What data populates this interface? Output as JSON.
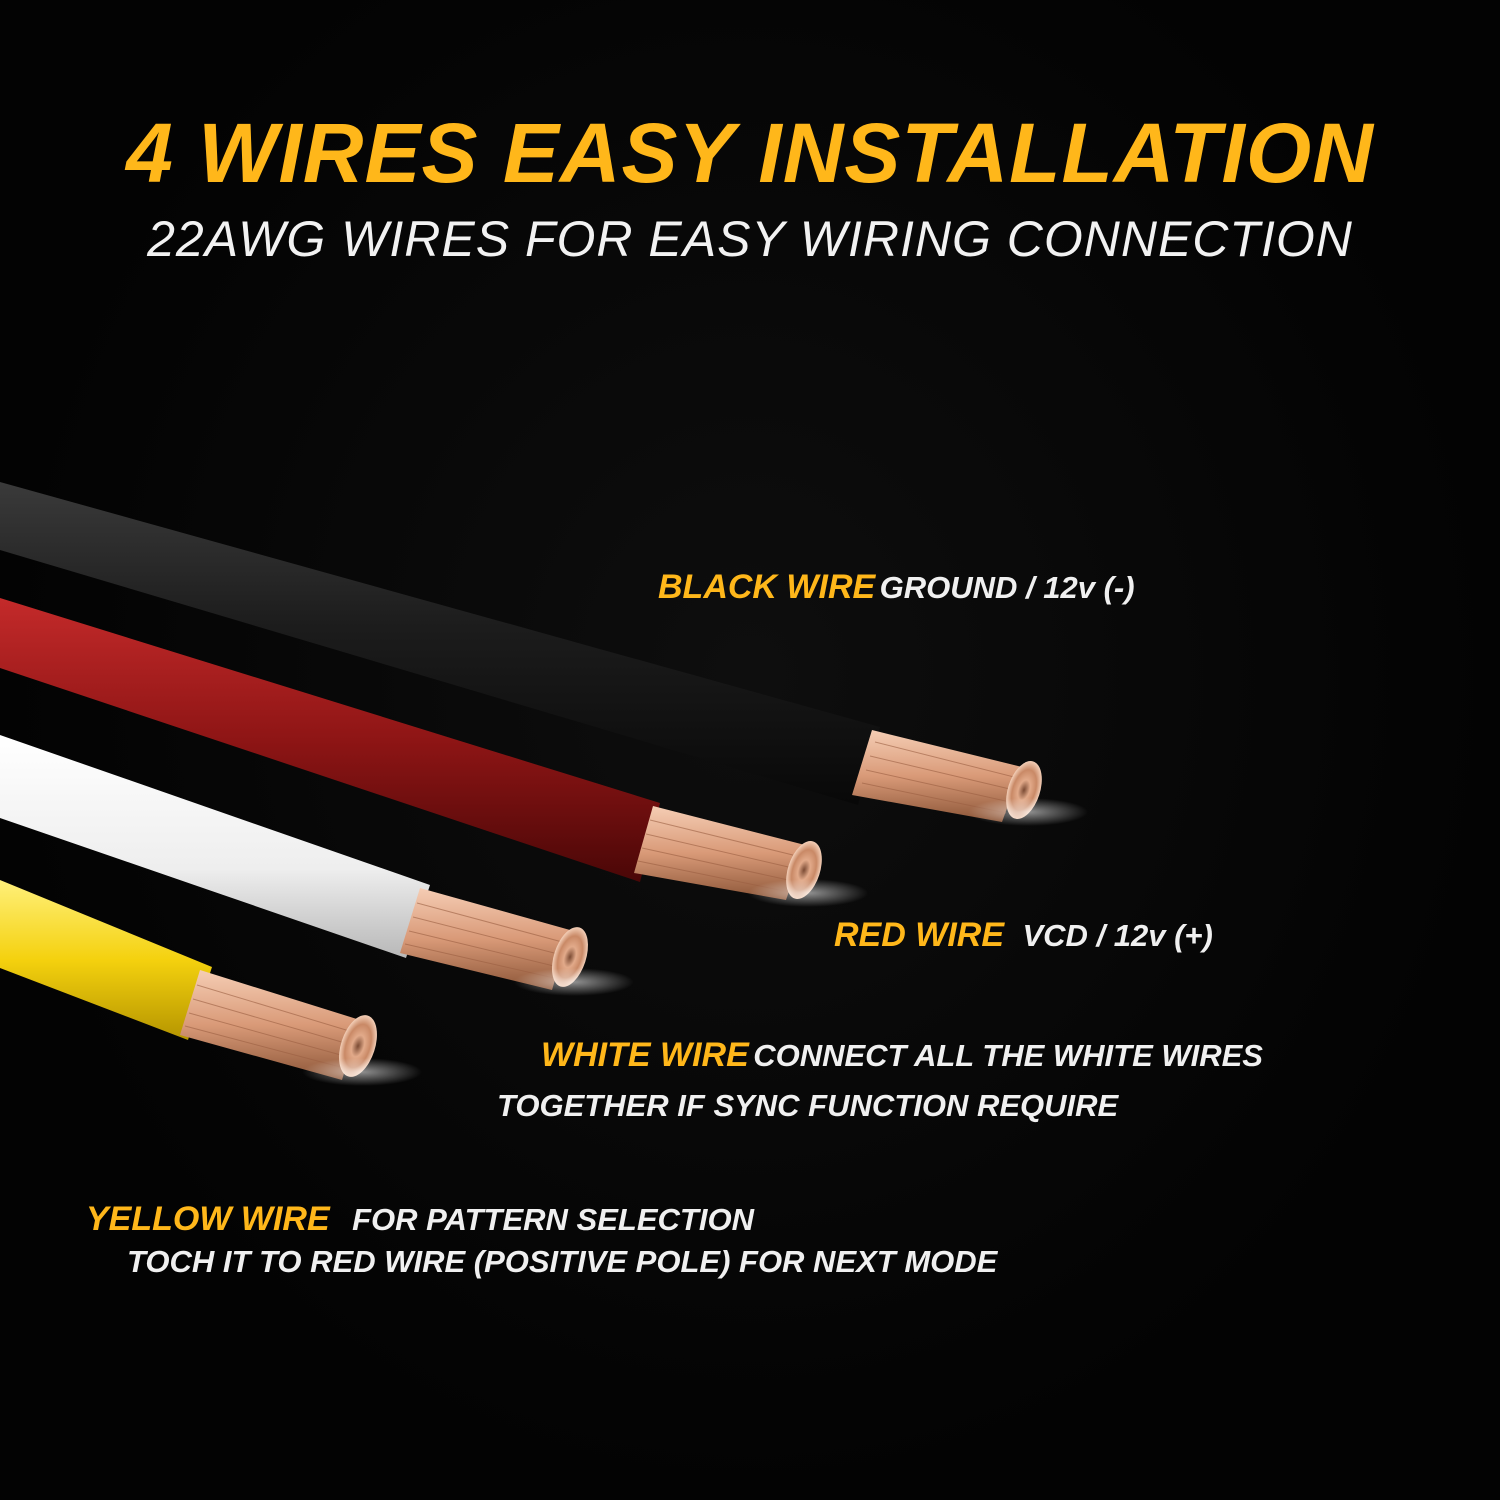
{
  "header": {
    "title": "4 WIRES EASY INSTALLATION",
    "subtitle": "22AWG WIRES FOR EASY WIRING CONNECTION"
  },
  "wires": [
    {
      "name": "BLACK WIRE",
      "desc": "GROUND / 12v (-)",
      "insulation": "#1b1b1b"
    },
    {
      "name": "RED WIRE",
      "desc": "VCD / 12v (+)",
      "insulation": "#8e1515"
    },
    {
      "name": "WHITE WIRE",
      "desc": "CONNECT ALL THE WHITE  WIRES",
      "desc2": "TOGETHER IF SYNC FUNCTION REQUIRE",
      "insulation": "#f2f2f2"
    },
    {
      "name": "YELLOW WIRE",
      "desc": "FOR PATTERN SELECTION",
      "desc2": "TOCH IT TO RED WIRE (POSITIVE POLE) FOR NEXT MODE",
      "insulation": "#f4d10e"
    }
  ],
  "colors": {
    "accent": "#ffb71a",
    "copper": "#d99a78"
  }
}
